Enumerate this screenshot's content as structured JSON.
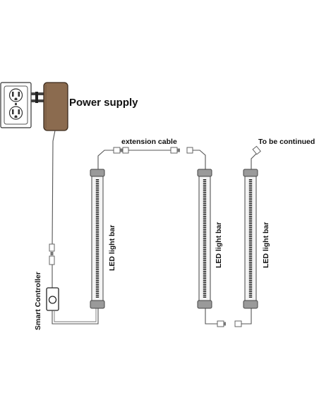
{
  "labels": {
    "power_supply": "Power supply",
    "extension_cable": "extension cable",
    "to_be_continued": "To be continued",
    "smart_controller": "Smart Controller",
    "led_bar_1": "LED light bar",
    "led_bar_2": "LED light bar",
    "led_bar_3": "LED light bar"
  },
  "colors": {
    "power_supply_body": "#8b6b4f",
    "led_cap": "#9a9a9a",
    "led_body": "#f4f4f4",
    "led_dot": "#222222",
    "outlet_plate": "#ffffff"
  },
  "icons": {
    "outlet": "wall-outlet-icon",
    "plug": "ac-plug-icon",
    "controller_button": "power-button-icon"
  }
}
